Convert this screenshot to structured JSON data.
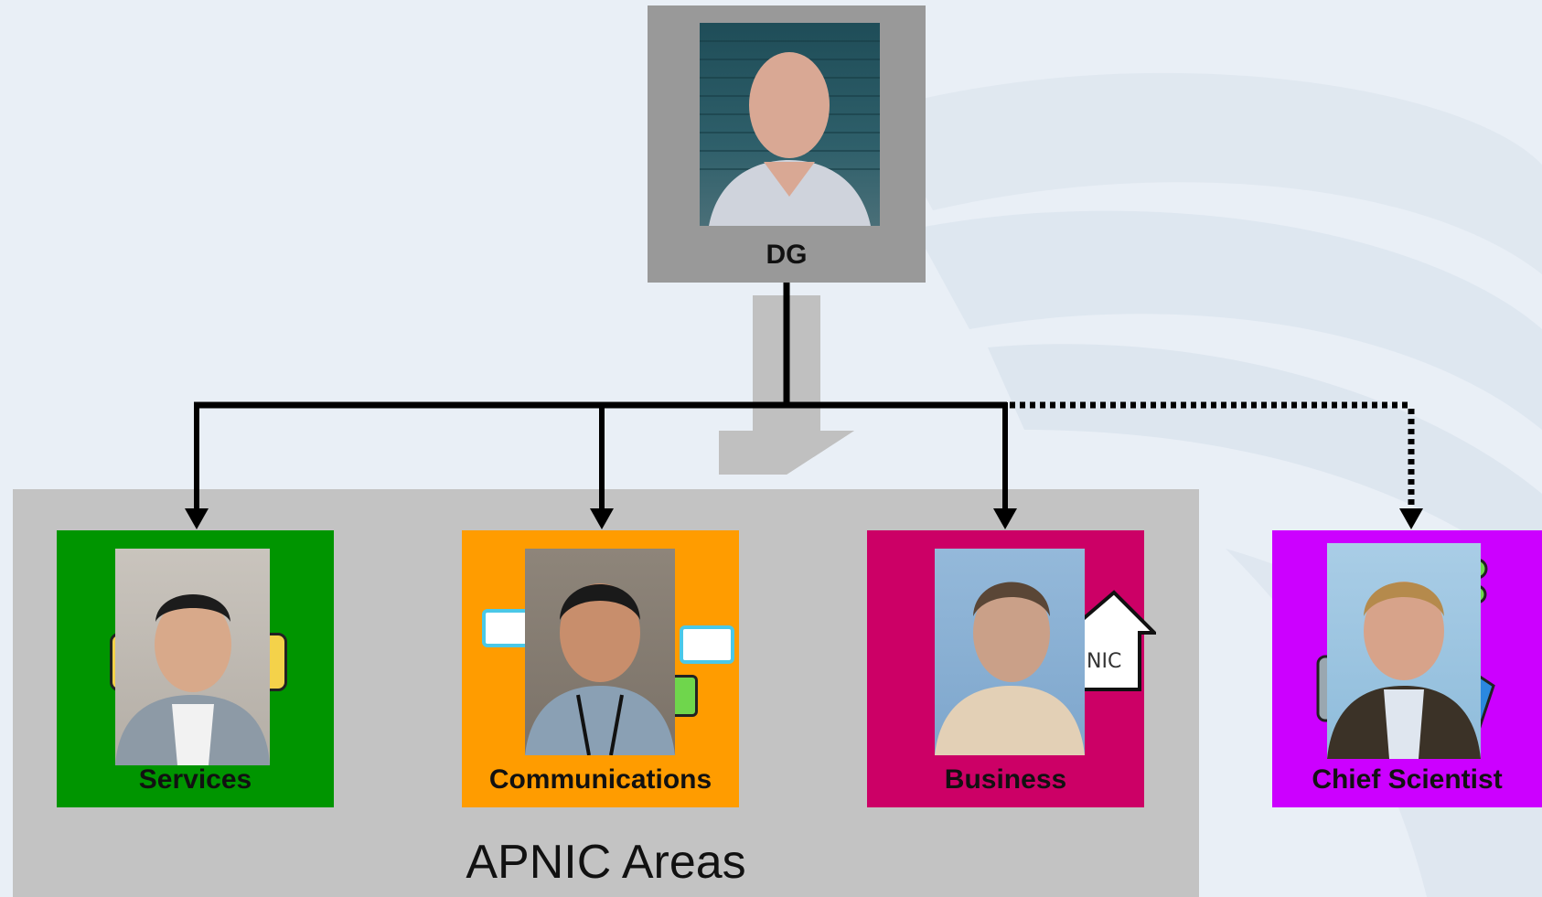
{
  "dg": {
    "label": "DG",
    "color": "#999999",
    "photo_bg": "#2d5a64"
  },
  "areas": {
    "label": "APNIC Areas",
    "color": "#c3c3c3"
  },
  "nodes": [
    {
      "label": "Services",
      "color": "#009500",
      "photo_bg": "#b9b2a8",
      "decor": "yellow chat bubbles"
    },
    {
      "label": "Communications",
      "color": "#ff9c00",
      "photo_bg": "#8c8278",
      "decor": "speech bubbles"
    },
    {
      "label": "Business",
      "color": "#cc0066",
      "photo_bg": "#8fb4d6",
      "decor": "APNIC house logo",
      "decor_text": "NIC"
    },
    {
      "label": "Chief Scientist",
      "color": "#cc00ff",
      "photo_bg": "#9ec5e0",
      "decor": "network diagram"
    }
  ],
  "connector": {
    "solid_color": "#000000",
    "dotted_color": "#000000",
    "big_arrow_color": "#c0c0c0"
  }
}
